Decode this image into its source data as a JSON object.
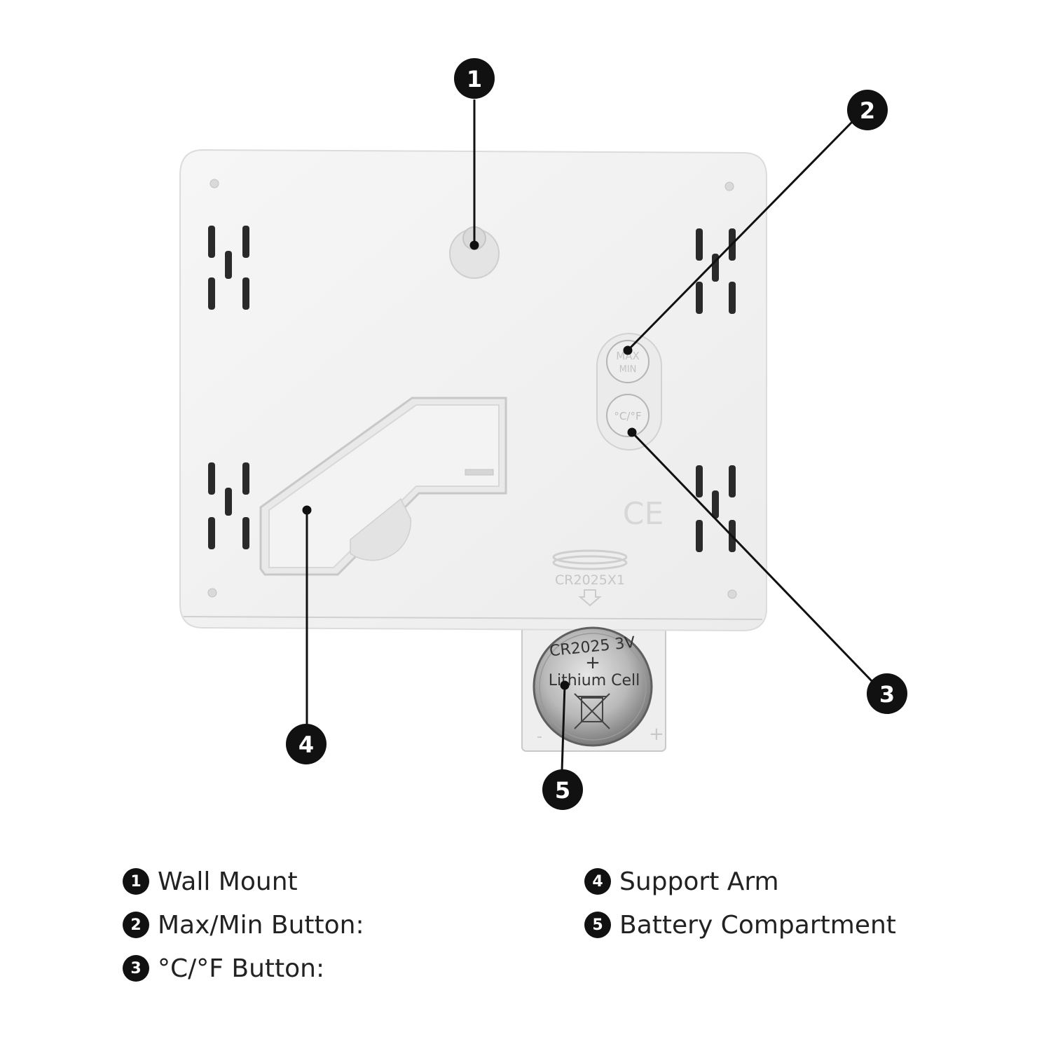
{
  "callouts": [
    {
      "number": "1",
      "label": "Wall Mount"
    },
    {
      "number": "2",
      "label": "Max/Min Button:"
    },
    {
      "number": "3",
      "label": "°C/°F Button:"
    },
    {
      "number": "4",
      "label": "Support Arm"
    },
    {
      "number": "5",
      "label": "Battery Compartment"
    }
  ],
  "device": {
    "button_top_label_1": "MAX",
    "button_top_label_2": "MIN",
    "button_bottom_label": "°C/°F",
    "ce_mark": "CE",
    "battery_spec_label": "CR2025X1",
    "battery_text_1": "CR2025 3V",
    "battery_text_2": "Lithium Cell",
    "battery_plus": "+",
    "tray_plus": "+",
    "tray_minus": "-"
  },
  "colors": {
    "callout_fill": "#111111",
    "device_body": "#f1f1f1",
    "battery": "#b8b8b8"
  }
}
